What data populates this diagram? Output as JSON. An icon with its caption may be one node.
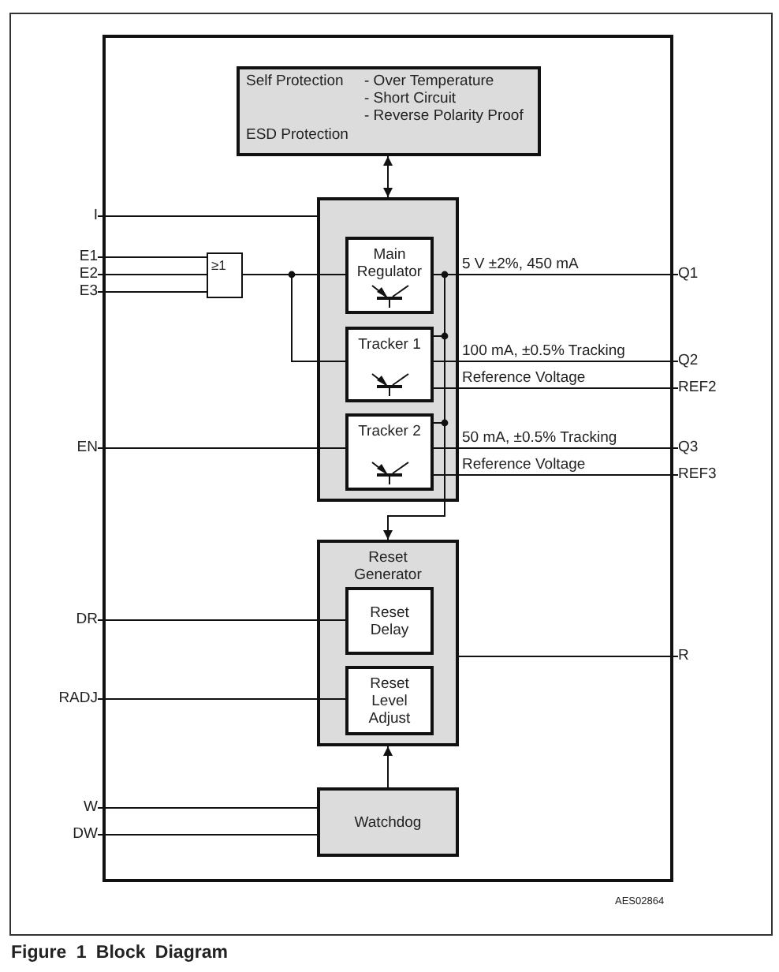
{
  "diagram": {
    "caption": "Figure 1 Block Diagram",
    "nodes": [
      {
        "text": [],
        "shape": "box"
      },
      {
        "text": [
          "Self Protection",
          "- Over Temperature",
          "- Short Circuit",
          "- Reverse Polarity Proof",
          "ESD Protection"
        ],
        "in": 0
      },
      {
        "text": [],
        "shape": "box",
        "in": 0
      },
      {
        "text": [
          "Main Regulator"
        ],
        "in": 2
      },
      {
        "text": [
          "Tracker 1"
        ],
        "in": 2
      },
      {
        "text": [
          "Tracker 2"
        ],
        "in": 2
      },
      {
        "text": [
          "≥1"
        ],
        "in": 0
      },
      {
        "text": [
          "Reset Generator"
        ],
        "in": 0
      },
      {
        "text": [
          "Reset Delay"
        ],
        "in": 7
      },
      {
        "text": [
          "Reset Level Adjust"
        ],
        "in": 7
      },
      {
        "text": [
          "Watchdog"
        ],
        "in": 0
      },
      {
        "text": [
          "I"
        ]
      },
      {
        "text": [
          "E1"
        ]
      },
      {
        "text": [
          "E2"
        ]
      },
      {
        "text": [
          "E3"
        ]
      },
      {
        "text": [
          "EN"
        ]
      },
      {
        "text": [
          "DR"
        ]
      },
      {
        "text": [
          "RADJ"
        ]
      },
      {
        "text": [
          "W"
        ]
      },
      {
        "text": [
          "DW"
        ]
      },
      {
        "text": [
          "Q1"
        ]
      },
      {
        "text": [
          "Q2"
        ]
      },
      {
        "text": [
          "REF2"
        ]
      },
      {
        "text": [
          "Q3"
        ]
      },
      {
        "text": [
          "REF3"
        ]
      },
      {
        "text": [
          "R"
        ]
      }
    ],
    "edges": [
      {
        "from": 1,
        "to": 2,
        "arrow": "both"
      },
      {
        "from": 11,
        "to": 2,
        "arrow": "none"
      },
      {
        "from": 12,
        "to": 6,
        "arrow": "none"
      },
      {
        "from": 13,
        "to": 6,
        "arrow": "none"
      },
      {
        "from": 14,
        "to": 6,
        "arrow": "none"
      },
      {
        "from": 6,
        "to": 3,
        "arrow": "none"
      },
      {
        "from": 6,
        "to": 4,
        "arrow": "none"
      },
      {
        "from": 3,
        "to": 20,
        "arrow": "none",
        "label": "5 V ±2%, 450 mA"
      },
      {
        "from": 3,
        "to": 4,
        "arrow": "none"
      },
      {
        "from": 3,
        "to": 5,
        "arrow": "none"
      },
      {
        "from": 3,
        "to": 7,
        "arrow": "to"
      },
      {
        "from": 4,
        "to": 21,
        "arrow": "none",
        "label": "100 mA, ±0.5% Tracking"
      },
      {
        "from": 4,
        "to": 22,
        "arrow": "none",
        "label": "Reference Voltage"
      },
      {
        "from": 15,
        "to": 5,
        "arrow": "none"
      },
      {
        "from": 5,
        "to": 23,
        "arrow": "none",
        "label": "50 mA, ±0.5% Tracking"
      },
      {
        "from": 5,
        "to": 24,
        "arrow": "none",
        "label": "Reference Voltage"
      },
      {
        "from": 16,
        "to": 8,
        "arrow": "none"
      },
      {
        "from": 17,
        "to": 9,
        "arrow": "none"
      },
      {
        "from": 7,
        "to": 25,
        "arrow": "none"
      },
      {
        "from": 18,
        "to": 10,
        "arrow": "none"
      },
      {
        "from": 19,
        "to": 10,
        "arrow": "none"
      },
      {
        "from": 10,
        "to": 7,
        "arrow": "to"
      }
    ],
    "labels": [
      "AES02864"
    ]
  }
}
